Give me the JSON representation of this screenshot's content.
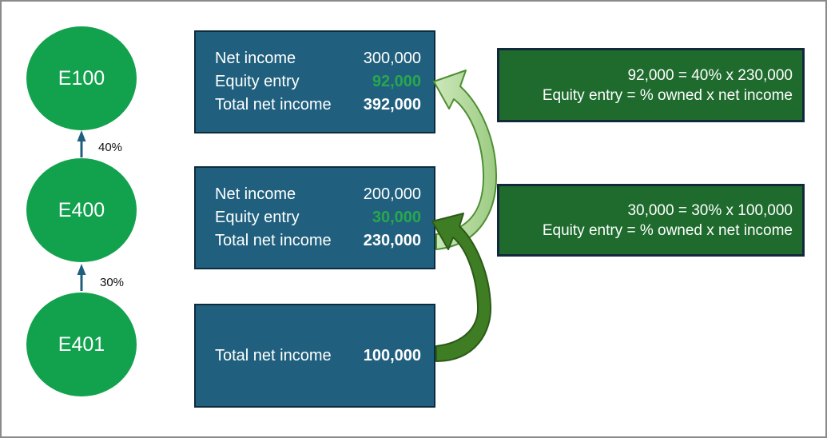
{
  "org_chart": {
    "entities": [
      {
        "id": "E100"
      },
      {
        "id": "E400"
      },
      {
        "id": "E401"
      }
    ],
    "ownership_labels": [
      "40%",
      "30%"
    ]
  },
  "income_boxes": [
    {
      "rows": [
        {
          "label": "Net income",
          "value": "300,000"
        },
        {
          "label": "Equity entry",
          "value": "92,000"
        },
        {
          "label": "Total net income",
          "value": "392,000"
        }
      ]
    },
    {
      "rows": [
        {
          "label": "Net income",
          "value": "200,000"
        },
        {
          "label": "Equity entry",
          "value": "30,000"
        },
        {
          "label": "Total net income",
          "value": "230,000"
        }
      ]
    },
    {
      "rows": [
        {
          "label": "Total net income",
          "value": "100,000"
        }
      ]
    }
  ],
  "callouts": [
    {
      "formula": "92,000 = 40% x 230,000",
      "rule": "Equity entry = % owned x net income"
    },
    {
      "formula": "30,000 = 30% x 100,000",
      "rule": "Equity entry = % owned x net income"
    }
  ],
  "colors": {
    "entity_green": "#12A24D",
    "income_box_blue": "#20607E",
    "income_box_border": "#0E2B3E",
    "equity_value_green": "#27A84C",
    "callout_green": "#1E6B2D",
    "callout_border": "#12293C",
    "ownership_arrow_blue": "#1F5F7E",
    "flow_arrow_light_green": "#AED798",
    "flow_arrow_dark_green": "#3E7D23",
    "frame_gray": "#8A8A8A"
  }
}
